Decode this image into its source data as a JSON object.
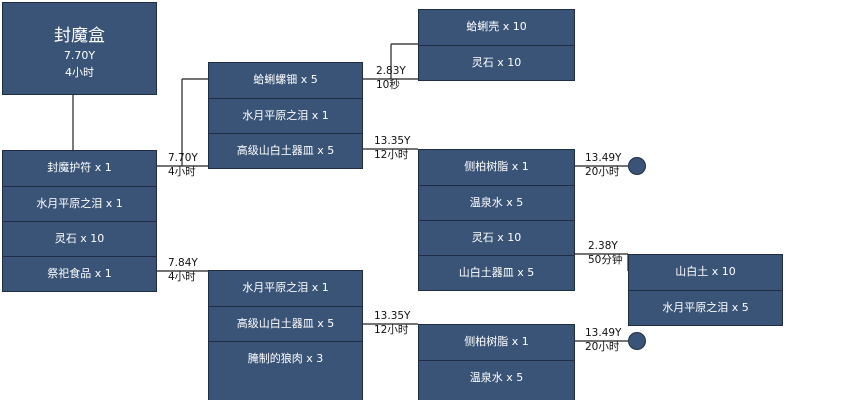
{
  "root": {
    "title": "封魔盒",
    "cost": "7.70Y",
    "time": "4小时"
  },
  "blocks": {
    "b_main": [
      "封魔护符 x 1",
      "水月平原之泪 x 1",
      "灵石 x 10",
      "祭祀食品 x 1"
    ],
    "b_hufu": [
      "蛤蜊螺钿 x 5",
      "水月平原之泪 x 1",
      "高级山白土器皿 x 5"
    ],
    "b_jisi": [
      "水月平原之泪 x 1",
      "高级山白土器皿 x 5",
      "腌制的狼肉 x 3"
    ],
    "b_luodian": [
      "蛤蜊壳 x 10",
      "灵石 x 10"
    ],
    "b_qimin1": [
      "侧柏树脂 x 1",
      "温泉水 x 5",
      "灵石 x 10",
      "山白土器皿 x 5"
    ],
    "b_qimin2": [
      "侧柏树脂 x 1",
      "温泉水 x 5"
    ],
    "b_shanbai": [
      "山白土 x 10",
      "水月平原之泪 x 5"
    ]
  },
  "edges": {
    "e_hufu": {
      "cost": "7.70Y",
      "time": "4小时"
    },
    "e_jisi": {
      "cost": "7.84Y",
      "time": "4小时"
    },
    "e_luodian": {
      "cost": "2.83Y",
      "time": "10秒"
    },
    "e_qimin1": {
      "cost": "13.35Y",
      "time": "12小时"
    },
    "e_qimin2": {
      "cost": "13.35Y",
      "time": "12小时"
    },
    "e_shuzhi1": {
      "cost": "13.49Y",
      "time": "20小时"
    },
    "e_shuzhi2": {
      "cost": "13.49Y",
      "time": "20小时"
    },
    "e_shanbai": {
      "cost": "2.38Y",
      "time": "50分钟"
    }
  }
}
